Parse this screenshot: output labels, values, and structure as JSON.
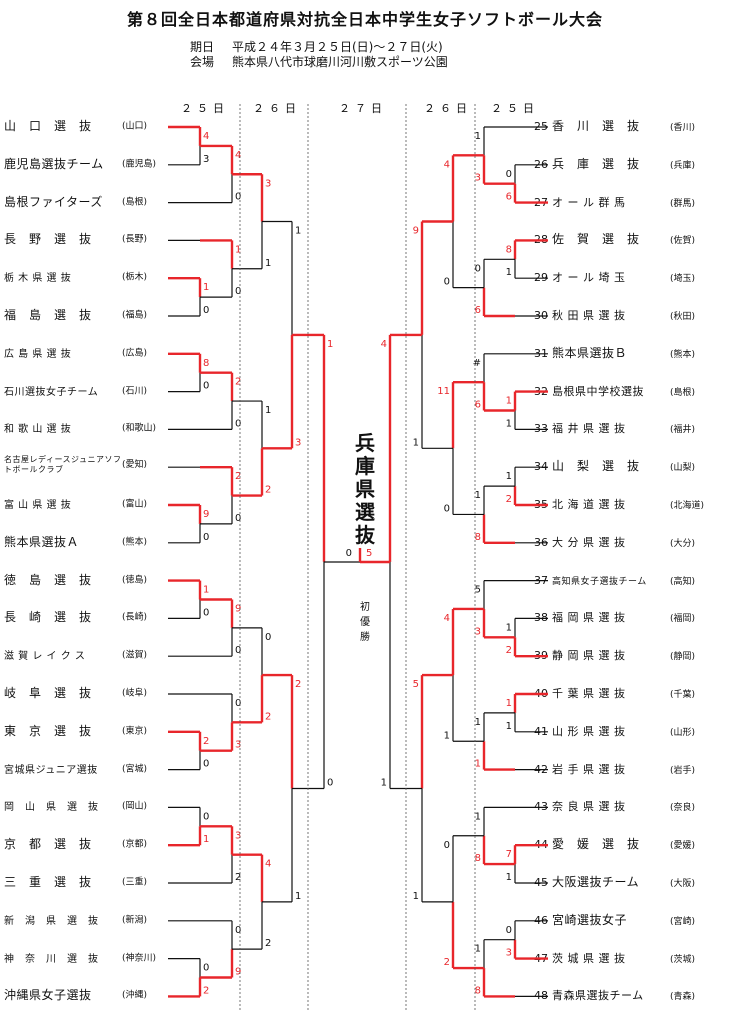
{
  "title": "第８回全日本都道府県対抗全日本中学生女子ソフトボール大会",
  "dates_label": "期日",
  "dates_value": "平成２４年３月２５日(日)～２７日(火)",
  "venue_label": "会場",
  "venue_value": "熊本県八代市球磨川河川敷スポーツ公園",
  "day_headers": [
    "２５日",
    "２６日",
    "２７日",
    "２６日",
    "２５日"
  ],
  "champion": "兵庫県選抜",
  "champion_note": "初優勝",
  "colors": {
    "winner_line": "#e8262b",
    "loser_line": "#111111"
  },
  "left_teams": [
    {
      "name": "山　口　選　抜",
      "pref": "(山口)"
    },
    {
      "name": "鹿児島選抜チーム",
      "pref": "(鹿児島)"
    },
    {
      "name": "島根ファイターズ",
      "pref": "(島根)"
    },
    {
      "name": "長　野　選　抜",
      "pref": "(長野)"
    },
    {
      "name": "栃 木 県 選 抜",
      "pref": "(栃木)"
    },
    {
      "name": "福　島　選　抜",
      "pref": "(福島)"
    },
    {
      "name": "広 島 県 選 抜",
      "pref": "(広島)"
    },
    {
      "name": "石川選抜女子チーム",
      "pref": "(石川)"
    },
    {
      "name": "和 歌 山 選 抜",
      "pref": "(和歌山)"
    },
    {
      "name": "名古屋レディースジュニアソフトボールクラブ",
      "pref": "(愛知)"
    },
    {
      "name": "富 山 県 選 抜",
      "pref": "(富山)"
    },
    {
      "name": "熊本県選抜Ａ",
      "pref": "(熊本)"
    },
    {
      "name": "徳　島　選　抜",
      "pref": "(徳島)"
    },
    {
      "name": "長　崎　選　抜",
      "pref": "(長崎)"
    },
    {
      "name": "滋 賀 レ イ ク ス",
      "pref": "(滋賀)"
    },
    {
      "name": "岐　阜　選　抜",
      "pref": "(岐阜)"
    },
    {
      "name": "東　京　選　抜",
      "pref": "(東京)"
    },
    {
      "name": "宮城県ジュニア選抜",
      "pref": "(宮城)"
    },
    {
      "name": "岡　山　県　選　抜",
      "pref": "(岡山)"
    },
    {
      "name": "京　都　選　抜",
      "pref": "(京都)"
    },
    {
      "name": "三　重　選　抜",
      "pref": "(三重)"
    },
    {
      "name": "新　潟　県　選　抜",
      "pref": "(新潟)"
    },
    {
      "name": "神　奈　川　選　抜",
      "pref": "(神奈川)"
    },
    {
      "name": "沖縄県女子選抜",
      "pref": "(沖縄)"
    }
  ],
  "right_teams": [
    {
      "no": "25",
      "name": "香　川　選　抜",
      "pref": "(香川)"
    },
    {
      "no": "26",
      "name": "兵　庫　選　抜",
      "pref": "(兵庫)"
    },
    {
      "no": "27",
      "name": "オ ー ル 群 馬",
      "pref": "(群馬)"
    },
    {
      "no": "28",
      "name": "佐　賀　選　抜",
      "pref": "(佐賀)"
    },
    {
      "no": "29",
      "name": "オ ー ル 埼 玉",
      "pref": "(埼玉)"
    },
    {
      "no": "30",
      "name": "秋 田 県 選 抜",
      "pref": "(秋田)"
    },
    {
      "no": "31",
      "name": "熊本県選抜Ｂ",
      "pref": "(熊本)"
    },
    {
      "no": "32",
      "name": "島根県中学校選抜",
      "pref": "(島根)"
    },
    {
      "no": "33",
      "name": "福 井 県 選 抜",
      "pref": "(福井)"
    },
    {
      "no": "34",
      "name": "山　梨　選　抜",
      "pref": "(山梨)"
    },
    {
      "no": "35",
      "name": "北 海 道 選 抜",
      "pref": "(北海道)"
    },
    {
      "no": "36",
      "name": "大 分 県 選 抜",
      "pref": "(大分)"
    },
    {
      "no": "37",
      "name": "高知県女子選抜チーム",
      "pref": "(高知)"
    },
    {
      "no": "38",
      "name": "福 岡 県 選 抜",
      "pref": "(福岡)"
    },
    {
      "no": "39",
      "name": "静 岡 県 選 抜",
      "pref": "(静岡)"
    },
    {
      "no": "40",
      "name": "千 葉 県 選 抜",
      "pref": "(千葉)"
    },
    {
      "no": "41",
      "name": "山 形 県 選 抜",
      "pref": "(山形)"
    },
    {
      "no": "42",
      "name": "岩 手 県 選 抜",
      "pref": "(岩手)"
    },
    {
      "no": "43",
      "name": "奈 良 県 選 抜",
      "pref": "(奈良)"
    },
    {
      "no": "44",
      "name": "愛　媛　選　抜",
      "pref": "(愛媛)"
    },
    {
      "no": "45",
      "name": "大阪選抜チーム",
      "pref": "(大阪)"
    },
    {
      "no": "46",
      "name": "宮崎選抜女子",
      "pref": "(宮崎)"
    },
    {
      "no": "47",
      "name": "茨 城 県 選 抜",
      "pref": "(茨城)"
    },
    {
      "no": "48",
      "name": "青森県選抜チーム",
      "pref": "(青森)"
    }
  ],
  "left_matches": {
    "round1": [
      [
        "4",
        "3"
      ],
      [
        "4",
        "0"
      ],
      [
        "1",
        "0"
      ],
      [
        "1",
        "0"
      ],
      [
        "8",
        "0"
      ],
      [
        "2",
        "0"
      ],
      [
        "9",
        "0"
      ],
      [
        "2",
        "0"
      ],
      [
        "1",
        "0"
      ],
      [
        "9",
        "0"
      ],
      [
        "2",
        "0"
      ],
      [
        "0",
        "3"
      ],
      [
        "0",
        "1"
      ],
      [
        "3",
        "2"
      ],
      [
        "0",
        "2"
      ],
      [
        "0",
        "9"
      ]
    ],
    "round2": [
      [
        "3",
        "1"
      ],
      [
        "1",
        "2"
      ],
      [
        "0",
        "2"
      ],
      [
        "4",
        "2"
      ]
    ],
    "quarter": [
      [
        "1",
        "3"
      ],
      [
        "2",
        "1"
      ]
    ],
    "semi": [
      [
        "1",
        "0"
      ]
    ]
  },
  "right_matches": {
    "round1": [
      [
        "0",
        "6"
      ],
      [
        "1",
        "3"
      ],
      [
        "8",
        "1"
      ],
      [
        "0",
        "6"
      ],
      [
        "1",
        "1"
      ],
      [
        "#",
        "6"
      ],
      [
        "1",
        "2"
      ],
      [
        "1",
        "8"
      ],
      [
        "1",
        "2"
      ],
      [
        "5",
        "3"
      ],
      [
        "1",
        "1"
      ],
      [
        "1",
        "1"
      ],
      [
        "7",
        "1"
      ],
      [
        "1",
        "8"
      ],
      [
        "0",
        "3"
      ],
      [
        "1",
        "8"
      ]
    ],
    "round2": [
      [
        "4",
        "0"
      ],
      [
        "11",
        "0"
      ],
      [
        "4",
        "1"
      ],
      [
        "0",
        "2"
      ]
    ],
    "quarter": [
      [
        "9",
        "1"
      ],
      [
        "5",
        "1"
      ]
    ],
    "semi": [
      [
        "4",
        "1"
      ]
    ]
  },
  "final": {
    "left": "0",
    "right": "5"
  }
}
